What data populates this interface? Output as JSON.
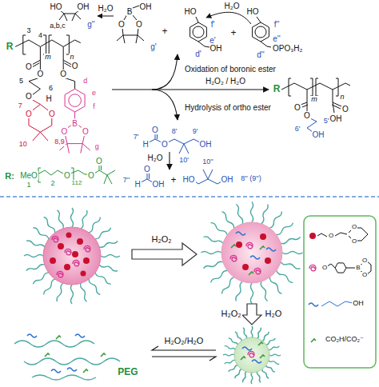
{
  "diagram": {
    "labels": [
      "HO",
      "OH",
      "g''",
      "H₂O",
      "B",
      "OH",
      "O",
      "O",
      "g'",
      "+",
      "HO",
      "f'",
      "e'",
      "d'",
      "OH",
      "H₂O",
      "+",
      "HO",
      "f''",
      "e''",
      "d''",
      "OPO₃H₂",
      "R",
      "3",
      "4",
      "a,b,c",
      "m",
      "n",
      "O",
      "O",
      "5",
      "6",
      "O",
      "H",
      "7",
      "O",
      "O",
      "8,9",
      "10",
      "O",
      "O",
      "d",
      "e",
      "f",
      "B",
      "O",
      "O",
      "g",
      "R:",
      "MeO",
      "1",
      "2",
      "O",
      "112",
      "O",
      "O",
      "Oxidation of boronic ester",
      "H₂O₂ / H₂O",
      "Hydrolysis of ortho ester",
      "R",
      "m",
      "n",
      "O",
      "O",
      "5'",
      "6'",
      "OH",
      "O",
      "OH",
      "7'",
      "H",
      "O",
      "O",
      "8'",
      "9'",
      "OH",
      "10'",
      "H₂O",
      "7''",
      "H",
      "O",
      "OH",
      "+",
      "HO",
      "OH",
      "10''",
      "8'' (9'')",
      "H₂O₂",
      "H₂O₂",
      "H₂O",
      "H₂O₂/H₂O",
      "PEG",
      "O",
      "O",
      "O",
      "O",
      "B",
      "O",
      "O",
      "OH",
      "CO₂H/CO₂⁻"
    ]
  }
}
